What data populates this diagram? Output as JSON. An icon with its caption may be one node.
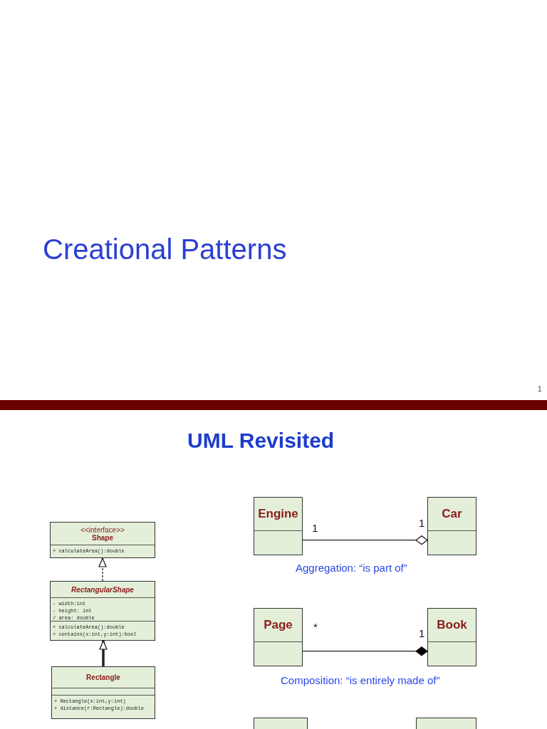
{
  "diagram": {
    "nodes": [
      {
        "text": [
          "<<interface>>",
          "Shape",
          "+ calculateArea():double"
        ]
      },
      {
        "text": [
          "RectangularShape",
          "- width:int",
          "- height: int",
          "/ area: double",
          "+ calculateArea():double",
          "+ contains(x:int,y:int):bool"
        ]
      },
      {
        "text": [
          "Rectangle",
          "+ Rectangle(x:int,y:int)",
          "+ distance(r:Rectangle):double"
        ]
      },
      {
        "text": [
          "Engine"
        ]
      },
      {
        "text": [
          "Car"
        ]
      },
      {
        "text": [
          "Page"
        ]
      },
      {
        "text": [
          "Book"
        ]
      },
      {
        "text": [],
        "shape": "box"
      },
      {
        "text": [],
        "shape": "box"
      },
      {
        "text": [],
        "shape": "bar"
      }
    ],
    "edges": [
      {
        "from": 1,
        "to": 0,
        "arrow": "to",
        "style": "dashed"
      },
      {
        "from": 2,
        "to": 1,
        "arrow": "to",
        "style": "thick"
      },
      {
        "from": 3,
        "to": 4,
        "arrow": "other"
      },
      {
        "from": 5,
        "to": 6,
        "arrow": "other"
      }
    ],
    "labels": [
      "Creational Patterns",
      "1",
      "UML Revisited",
      "1",
      "1",
      "Aggregation: “is part of”",
      "*",
      "1",
      "Composition: “is entirely made of”"
    ]
  }
}
